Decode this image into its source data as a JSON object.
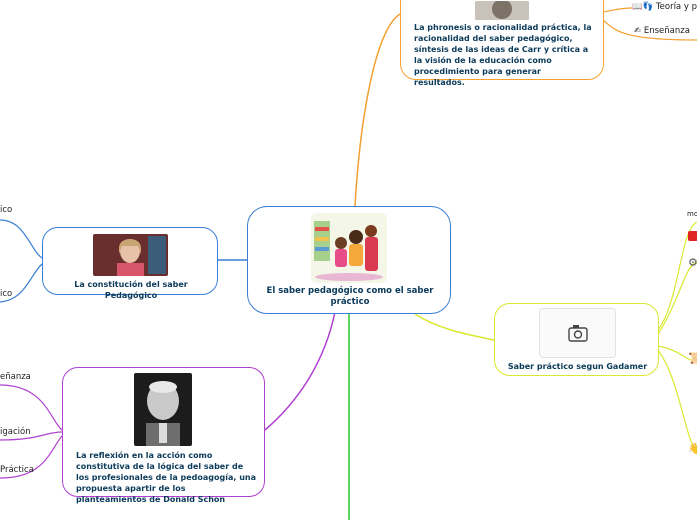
{
  "central": {
    "title": "El saber pedagógico como el saber práctico",
    "image_icon": "children-illustration"
  },
  "top_node": {
    "text": "La phronesis o racionalidad práctica, la racionalidad del saber pedagógico, síntesis de las ideas de Carr y crítica a la visión  de la educación como procedimiento para generar resultados."
  },
  "top_right_leaves": {
    "first": "Teoría y p",
    "second": "Enseñanza"
  },
  "left_node": {
    "title": "La constitución del saber Pedagógico",
    "leaves": [
      "ico",
      "ico"
    ]
  },
  "lower_left_node": {
    "title": "La reflexión en la acción como constitutiva de la lógica del saber de los profesionales de la pedoagogía, una propuesta apartir de los planteamientos de Donald Schon",
    "leaves": [
      "eñanza",
      "igación",
      "Práctica"
    ]
  },
  "right_node": {
    "title": "Saber práctico segun Gadamer",
    "image_icon": "camera-icon",
    "leaves": [
      "mo"
    ]
  },
  "colors": {
    "orange": "#f5a030",
    "blue": "#3a7fd5",
    "purple": "#b040d0",
    "yellow_green": "#d9e830",
    "green": "#35c935",
    "text_dark": "#0b3a5a"
  }
}
